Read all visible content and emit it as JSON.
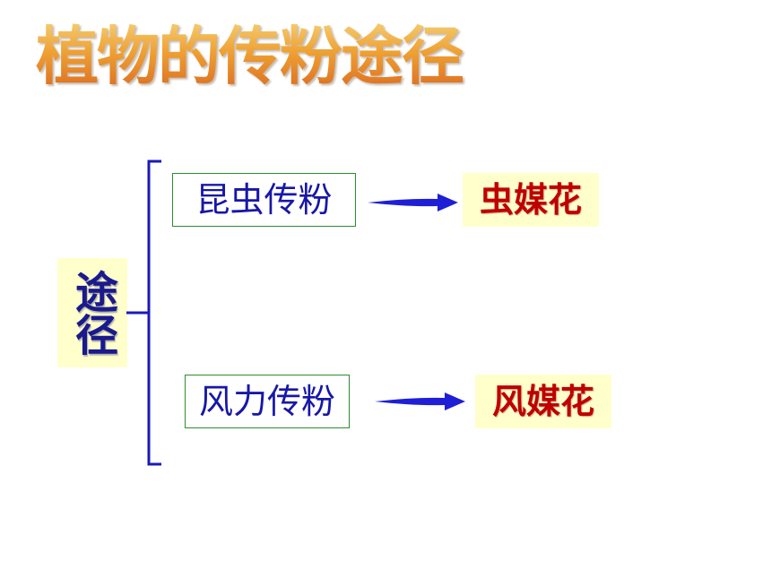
{
  "title": "植物的传粉途径",
  "root_label": "途径",
  "branches": [
    {
      "method": "昆虫传粉",
      "result": "虫媒花"
    },
    {
      "method": "风力传粉",
      "result": "风媒花"
    }
  ],
  "colors": {
    "title_gradient_top": "#f6d47c",
    "title_gradient_bottom": "#d9661f",
    "connector_blue": "#1a1ab8",
    "arrow_blue": "#1f1fd6",
    "method_text": "#1717a8",
    "method_border": "#2e8b2e",
    "highlight_fill": "#ffffcc",
    "result_text": "#c00000"
  }
}
